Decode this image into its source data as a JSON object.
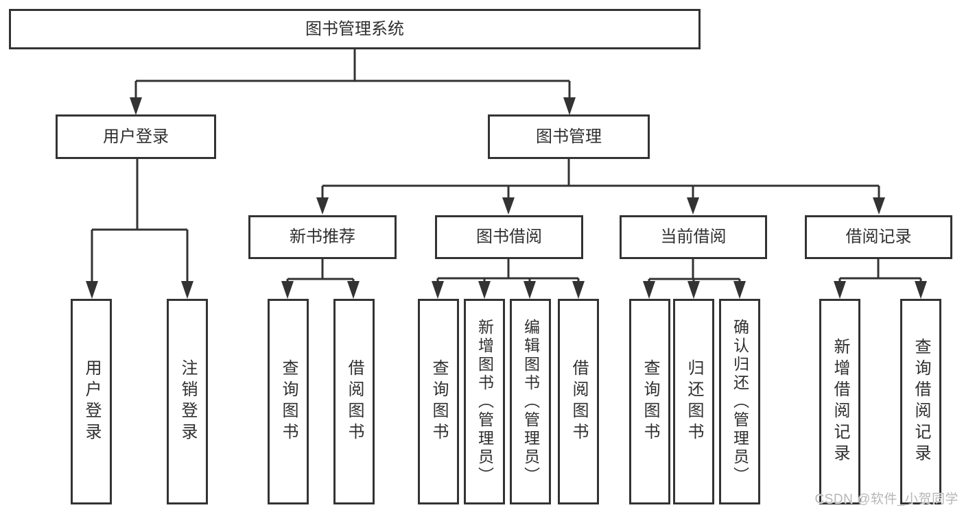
{
  "diagram_title": "图书管理系统",
  "watermark": "CSDN @软件_小贺同学",
  "colors": {
    "background": "#ffffff",
    "line": "#333333",
    "box_border": "#333333",
    "text": "#2f2f2f",
    "watermark": "#b6b6b6"
  },
  "tree": {
    "root": {
      "label": "图书管理系统"
    },
    "branches": [
      {
        "label": "用户登录",
        "children": [
          {
            "label": "用户登录"
          },
          {
            "label": "注销登录"
          }
        ]
      },
      {
        "label": "图书管理",
        "children": [
          {
            "label": "新书推荐",
            "children": [
              {
                "label": "查询图书"
              },
              {
                "label": "借阅图书"
              }
            ]
          },
          {
            "label": "图书借阅",
            "children": [
              {
                "label": "查询图书"
              },
              {
                "label": "新增图书（管理员）"
              },
              {
                "label": "编辑图书（管理员）"
              },
              {
                "label": "借阅图书"
              }
            ]
          },
          {
            "label": "当前借阅",
            "children": [
              {
                "label": "查询图书"
              },
              {
                "label": "归还图书"
              },
              {
                "label": "确认归还（管理员）"
              }
            ]
          },
          {
            "label": "借阅记录",
            "children": [
              {
                "label": "新增借阅记录"
              },
              {
                "label": "查询借阅记录"
              }
            ]
          }
        ]
      }
    ]
  }
}
